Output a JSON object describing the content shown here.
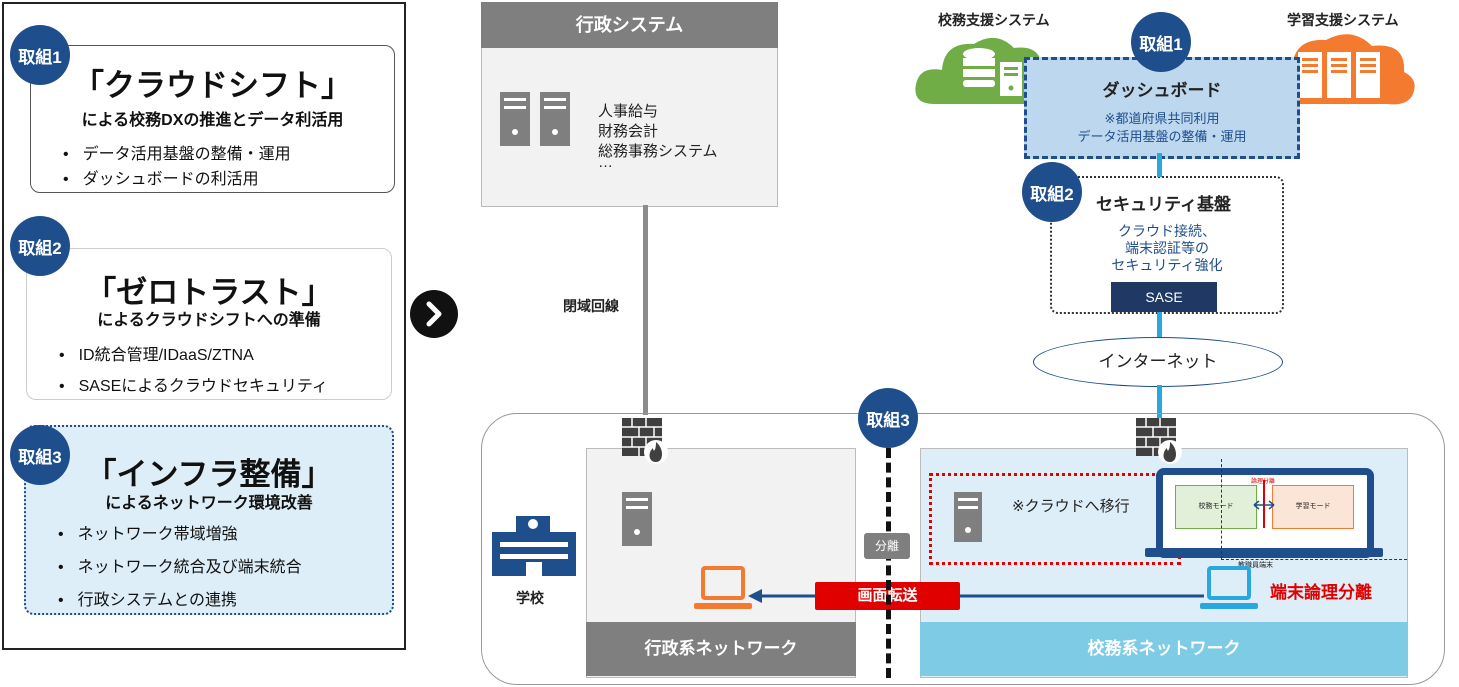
{
  "left_panel": {
    "initiatives": [
      {
        "badge": "取組1",
        "title": "「クラウドシフト」",
        "subtitle": "による校務DXの推進とデータ利活用",
        "bullets": [
          "データ活用基盤の整備・運用",
          "ダッシュボードの利活用"
        ]
      },
      {
        "badge": "取組2",
        "title": "「ゼロトラスト」",
        "subtitle": "によるクラウドシフトへの準備",
        "bullets": [
          "ID統合管理/IDaaS/ZTNA",
          "SASEによるクラウドセキュリティ"
        ]
      },
      {
        "badge": "取組3",
        "title": "「インフラ整備」",
        "subtitle": "によるネットワーク環境改善",
        "bullets": [
          "ネットワーク帯域増強",
          "ネットワーク統合及び端末統合",
          "行政システムとの連携"
        ]
      }
    ]
  },
  "arrow_icon": "chevron-right-icon",
  "admin_system": {
    "title": "行政システム",
    "items": [
      "人事給与",
      "財務会計",
      "総務事務システム",
      "…"
    ]
  },
  "closed_line_label": "閉域回線",
  "cloud": {
    "school_affairs_label": "校務支援システム",
    "learning_label": "学習支援システム",
    "badge1": "取組1",
    "dashboard_title": "ダッシュボード",
    "dashboard_note_1": "※都道府県共同利用",
    "dashboard_note_2": "データ活用基盤の整備・運用"
  },
  "security": {
    "badge": "取組2",
    "title": "セキュリティ基盤",
    "lines": [
      "クラウド接続、",
      "端末認証等の",
      "セキュリティ強化"
    ],
    "sase": "SASE"
  },
  "internet_label": "インターネット",
  "school": {
    "badge": "取組3",
    "label": "学校",
    "separation": "分離",
    "admin_network": "行政系ネットワーク",
    "school_network": "校務系ネットワーク",
    "cloud_migration": "※クラウドへ移行",
    "screen_transfer": "画面転送",
    "logical_separation": "端末論理分離",
    "screen_left_mode": "校務モード",
    "screen_right_mode": "学習モード",
    "screen_divider": "論理分離",
    "laptop_caption": "教職員端末"
  },
  "colors": {
    "navy": "#1f4e8c",
    "green_cloud": "#70ad47",
    "orange_cloud": "#f47a30",
    "light_blue": "#bdd7ee",
    "cyan_line": "#29a8e0",
    "red": "#e00000",
    "gray_dark": "#7f7f7f"
  }
}
